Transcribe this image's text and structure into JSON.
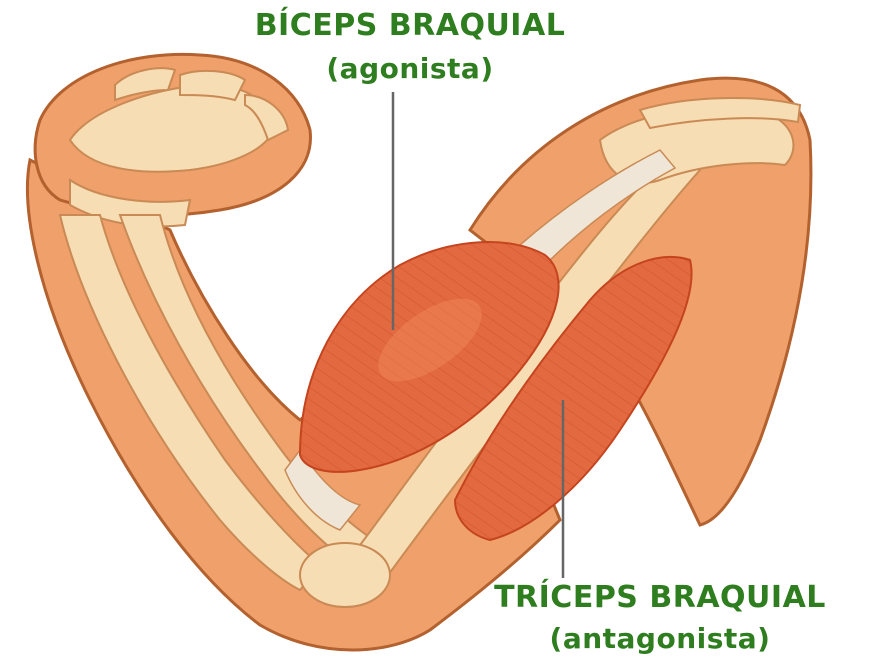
{
  "labels": {
    "biceps": {
      "name": "BÍCEPS BRAQUIAL",
      "role": "(agonista)"
    },
    "triceps": {
      "name": "TRÍCEPS BRAQUIAL",
      "role": "(antagonista)"
    }
  },
  "colors": {
    "label_text": "#2e7d1f",
    "skin": "#f0a06a",
    "skin_outline": "#b3612f",
    "bone": "#f6ddb3",
    "bone_outline": "#c98a55",
    "muscle": "#e36a40",
    "muscle_dark": "#c4441f",
    "tendon": "#efe6d8",
    "leader_line": "#666666"
  },
  "icons": {
    "diagram": "flexed-arm-anatomy-illustration"
  }
}
